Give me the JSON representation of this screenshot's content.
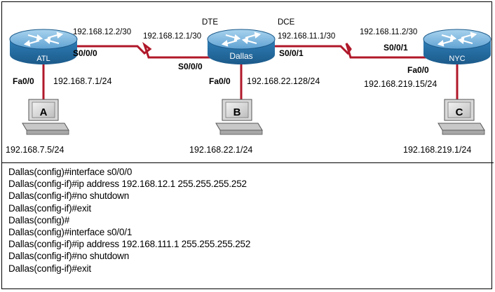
{
  "routers": [
    {
      "id": "atl",
      "label": "ATL"
    },
    {
      "id": "dallas",
      "label": "Dallas"
    },
    {
      "id": "nyc",
      "label": "NYC"
    }
  ],
  "hosts": [
    {
      "id": "a",
      "label": "A",
      "ip": "192.168.7.5/24"
    },
    {
      "id": "b",
      "label": "B",
      "ip": "192.168.22.1/24"
    },
    {
      "id": "c",
      "label": "C",
      "ip": "192.168.219.1/24"
    }
  ],
  "links": {
    "atl_dallas": {
      "atl_ip": "192.168.12.2/30",
      "dallas_ip": "192.168.12.1/30",
      "atl_port": "S0/0/0",
      "dallas_port": "S0/0/0",
      "dallas_role": "DTE"
    },
    "dallas_nyc": {
      "dallas_ip": "192.168.11.1/30",
      "nyc_ip": "192.168.11.2/30",
      "dallas_port": "S0/0/1",
      "nyc_port": "S0/0/1",
      "dallas_role": "DCE"
    },
    "atl_lan": {
      "port": "Fa0/0",
      "ip": "192.168.7.1/24"
    },
    "dallas_lan": {
      "port": "Fa0/0",
      "ip": "192.168.22.128/24"
    },
    "nyc_lan": {
      "port": "Fa0/0",
      "ip": "192.168.219.15/24"
    }
  },
  "config_lines": [
    "Dallas(config)#interface s0/0/0",
    "Dallas(config-if)#ip address 192.168.12.1 255.255.255.252",
    "Dallas(config-if)#no shutdown",
    "Dallas(config-if)#exit",
    "Dallas(config)#",
    "Dallas(config)#interface s0/0/1",
    "Dallas(config-if)#ip address 192.168.111.1 255.255.255.252",
    "Dallas(config-if)#no shutdown",
    "Dallas(config-if)#exit"
  ],
  "colors": {
    "router_body": "#2f7fb8",
    "router_top": "#7ab8de",
    "link_red": "#b0182a",
    "text": "#000000"
  }
}
